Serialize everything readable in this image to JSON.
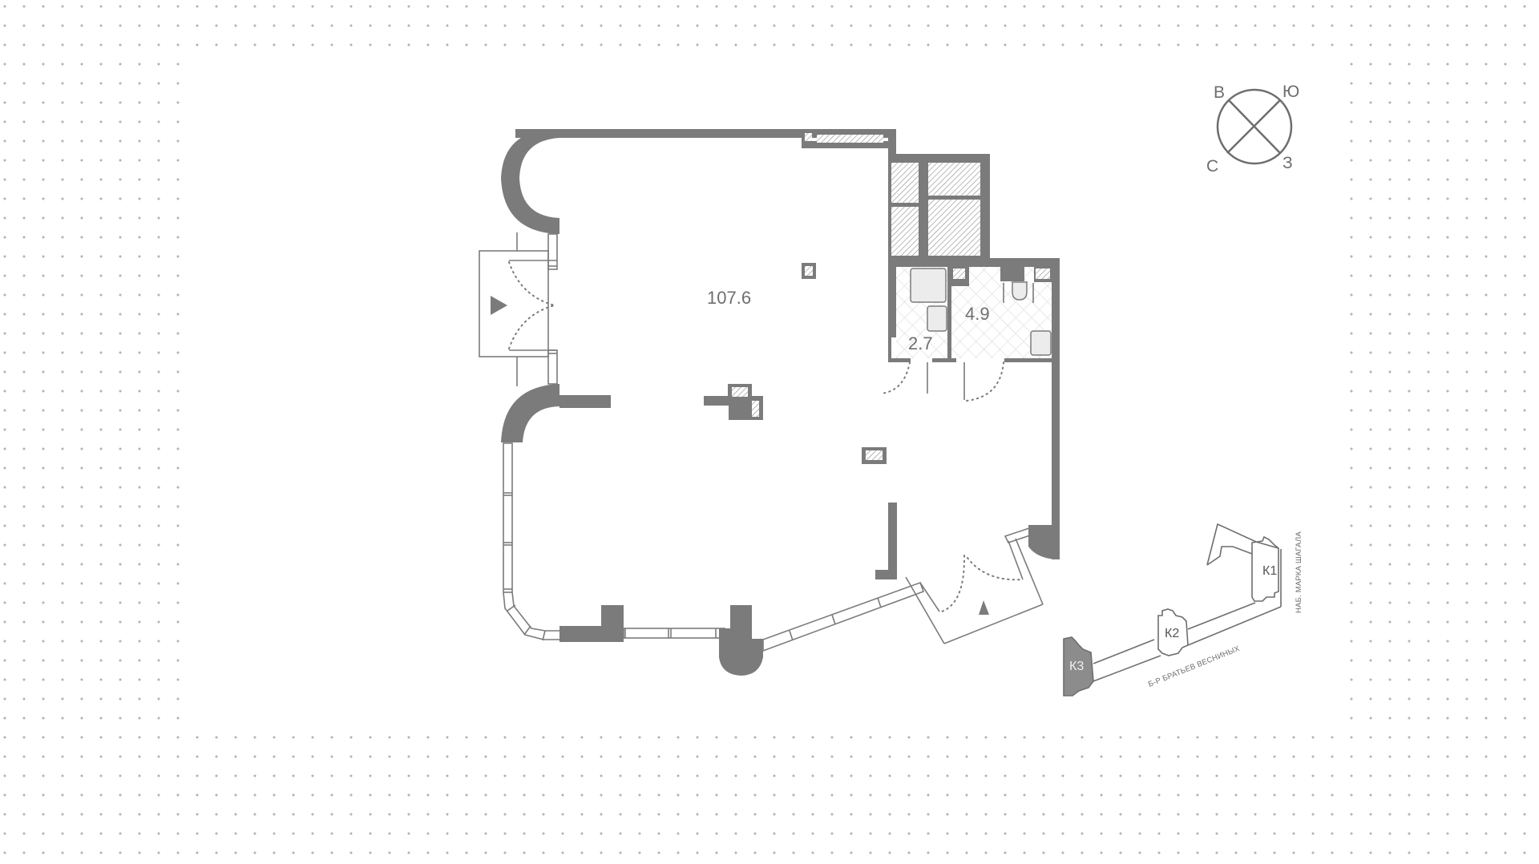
{
  "floor_plan": {
    "rooms": [
      {
        "id": "main-hall",
        "area": "107.6"
      },
      {
        "id": "bathroom-small",
        "area": "2.7"
      },
      {
        "id": "bathroom-large",
        "area": "4.9"
      }
    ],
    "entrances": [
      {
        "id": "entrance-west",
        "icon": "entrance-arrow-icon"
      },
      {
        "id": "entrance-south",
        "icon": "entrance-arrow-icon"
      }
    ]
  },
  "compass": {
    "top_left": "В",
    "top_right": "Ю",
    "bottom_left": "С",
    "bottom_right": "З"
  },
  "site_map": {
    "buildings": [
      {
        "id": "K1",
        "label": "К1",
        "highlighted": false
      },
      {
        "id": "K2",
        "label": "К2",
        "highlighted": false
      },
      {
        "id": "K3",
        "label": "К3",
        "highlighted": true
      }
    ],
    "streets": {
      "embankment": "НАБ. МАРКА ШАГАЛА",
      "boulevard": "Б-Р БРАТЬЕВ ВЕСНИНЫХ"
    }
  },
  "colors": {
    "wall": "#7b7b7b",
    "highlight_building": "#8c8c8c",
    "background_dots": "#b4b4b4"
  }
}
